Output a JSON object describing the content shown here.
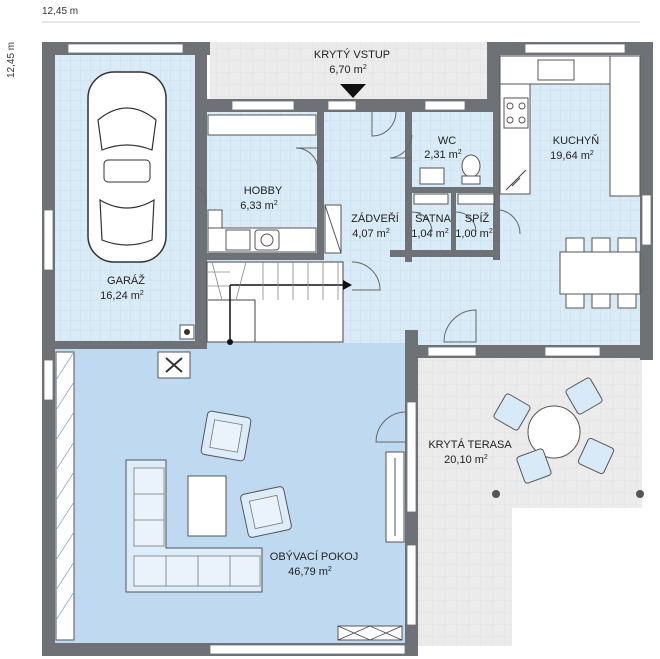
{
  "dimensions": {
    "width_label": "12,45 m",
    "height_label": "12,45 m"
  },
  "rooms": [
    {
      "id": "kryty-vstup",
      "name": "KRYTÝ VSTUP",
      "area": "6,70 m",
      "unit_sup": "2"
    },
    {
      "id": "hobby",
      "name": "HOBBY",
      "area": "6,33 m",
      "unit_sup": "2"
    },
    {
      "id": "wc",
      "name": "WC",
      "area": "2,31 m",
      "unit_sup": "2"
    },
    {
      "id": "kuchyn",
      "name": "KUCHYŇ",
      "area": "19,64 m",
      "unit_sup": "2"
    },
    {
      "id": "zadveri",
      "name": "ZÁDVEŘÍ",
      "area": "4,07 m",
      "unit_sup": "2"
    },
    {
      "id": "satna",
      "name": "ŠATNA",
      "area": "1,04 m",
      "unit_sup": "2"
    },
    {
      "id": "spiz",
      "name": "SPÍŽ",
      "area": "1,00 m",
      "unit_sup": "2"
    },
    {
      "id": "garaz",
      "name": "GARÁŽ",
      "area": "16,24 m",
      "unit_sup": "2"
    },
    {
      "id": "kryta-terasa",
      "name": "KRYTÁ TERASA",
      "area": "20,10 m",
      "unit_sup": "2"
    },
    {
      "id": "obyvaci-pokoj",
      "name": "OBÝVACÍ POKOJ",
      "area": "46,79 m",
      "unit_sup": "2"
    }
  ],
  "colors": {
    "floor": "#d5e9f6",
    "grid": "#bcd9ec",
    "living": "#bed9f0",
    "terrace": "#e8e8e8",
    "wall": "#6e7276"
  }
}
